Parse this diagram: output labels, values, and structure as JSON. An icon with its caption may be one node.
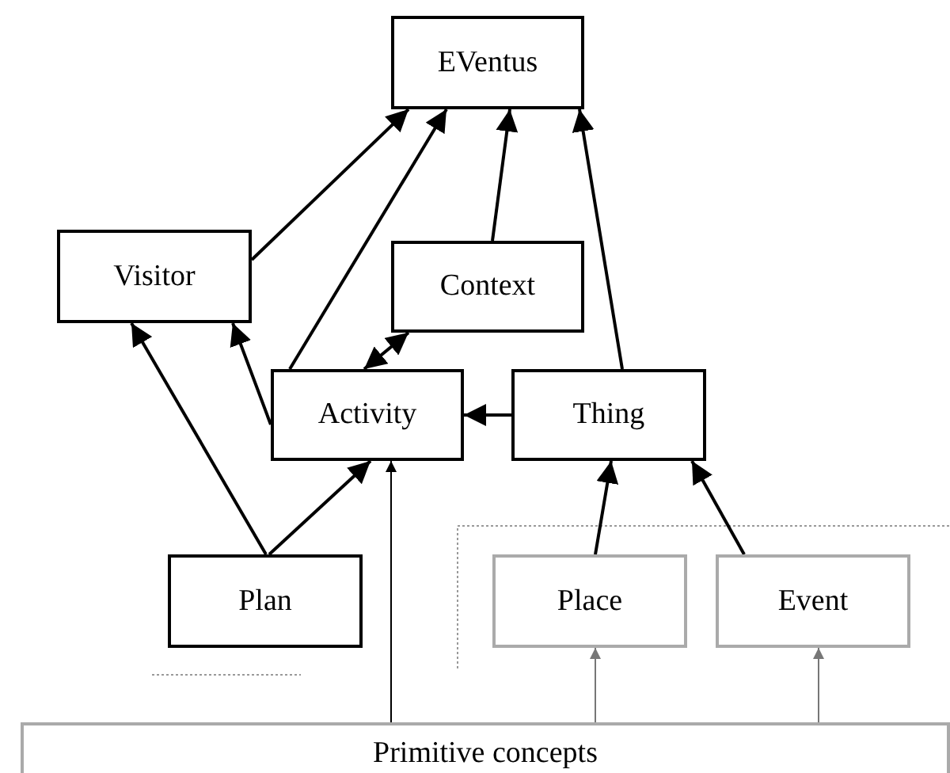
{
  "diagram": {
    "nodes": [
      {
        "text": [
          "EVentus"
        ]
      },
      {
        "text": [
          "Visitor"
        ]
      },
      {
        "text": [
          "Context"
        ]
      },
      {
        "text": [
          "Activity"
        ]
      },
      {
        "text": [
          "Thing"
        ]
      },
      {
        "text": [
          "Plan"
        ]
      },
      {
        "text": [
          "Place"
        ]
      },
      {
        "text": [
          "Event"
        ]
      },
      {
        "text": [
          "Primitive concepts"
        ]
      }
    ],
    "edges": [
      {
        "from": 1,
        "to": 0,
        "arrow": "to"
      },
      {
        "from": 3,
        "to": 0,
        "arrow": "to"
      },
      {
        "from": 2,
        "to": 0,
        "arrow": "to"
      },
      {
        "from": 4,
        "to": 0,
        "arrow": "to"
      },
      {
        "from": 3,
        "to": 2,
        "arrow": "both"
      },
      {
        "from": 3,
        "to": 1,
        "arrow": "to"
      },
      {
        "from": 5,
        "to": 1,
        "arrow": "to"
      },
      {
        "from": 5,
        "to": 3,
        "arrow": "to"
      },
      {
        "from": 4,
        "to": 3,
        "arrow": "to"
      },
      {
        "from": 6,
        "to": 4,
        "arrow": "to"
      },
      {
        "from": 7,
        "to": 4,
        "arrow": "to"
      },
      {
        "from": 8,
        "to": 3,
        "arrow": "to"
      },
      {
        "from": 8,
        "to": 6,
        "arrow": "to",
        "color": "#777777"
      },
      {
        "from": 8,
        "to": 7,
        "arrow": "to",
        "color": "#777777"
      }
    ]
  }
}
